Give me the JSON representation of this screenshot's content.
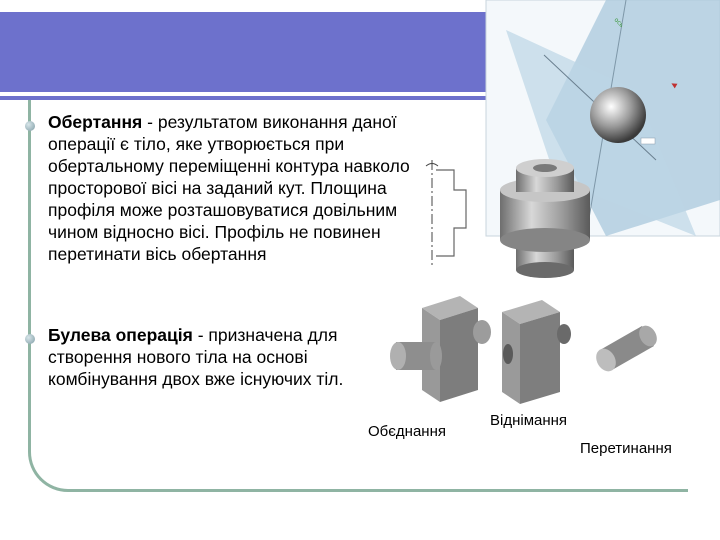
{
  "slide": {
    "bullet1": {
      "term": "Обертання",
      "text": " - результатом виконання даної операції є тіло, яке утворюється при обертальному переміщенні контура навколо просторової вісі на заданий кут. Площина профіля може розташовуватися довільним чином відносно вісі. Профіль не повинен перетинати вісь обертання"
    },
    "bullet2": {
      "term": "Булева операція",
      "text": " - призначена для створення нового тіла на основі комбінування двох вже існуючих тіл."
    },
    "captions": {
      "union": "Обєднання",
      "subtract": "Віднімання",
      "intersect": "Перетинання"
    }
  },
  "colors": {
    "header": "#6d71cc",
    "frame": "#8fb4a3",
    "plane": "#a9c8dc",
    "solid_light": "#c8c8c8",
    "solid_dark": "#6e6e6e"
  }
}
